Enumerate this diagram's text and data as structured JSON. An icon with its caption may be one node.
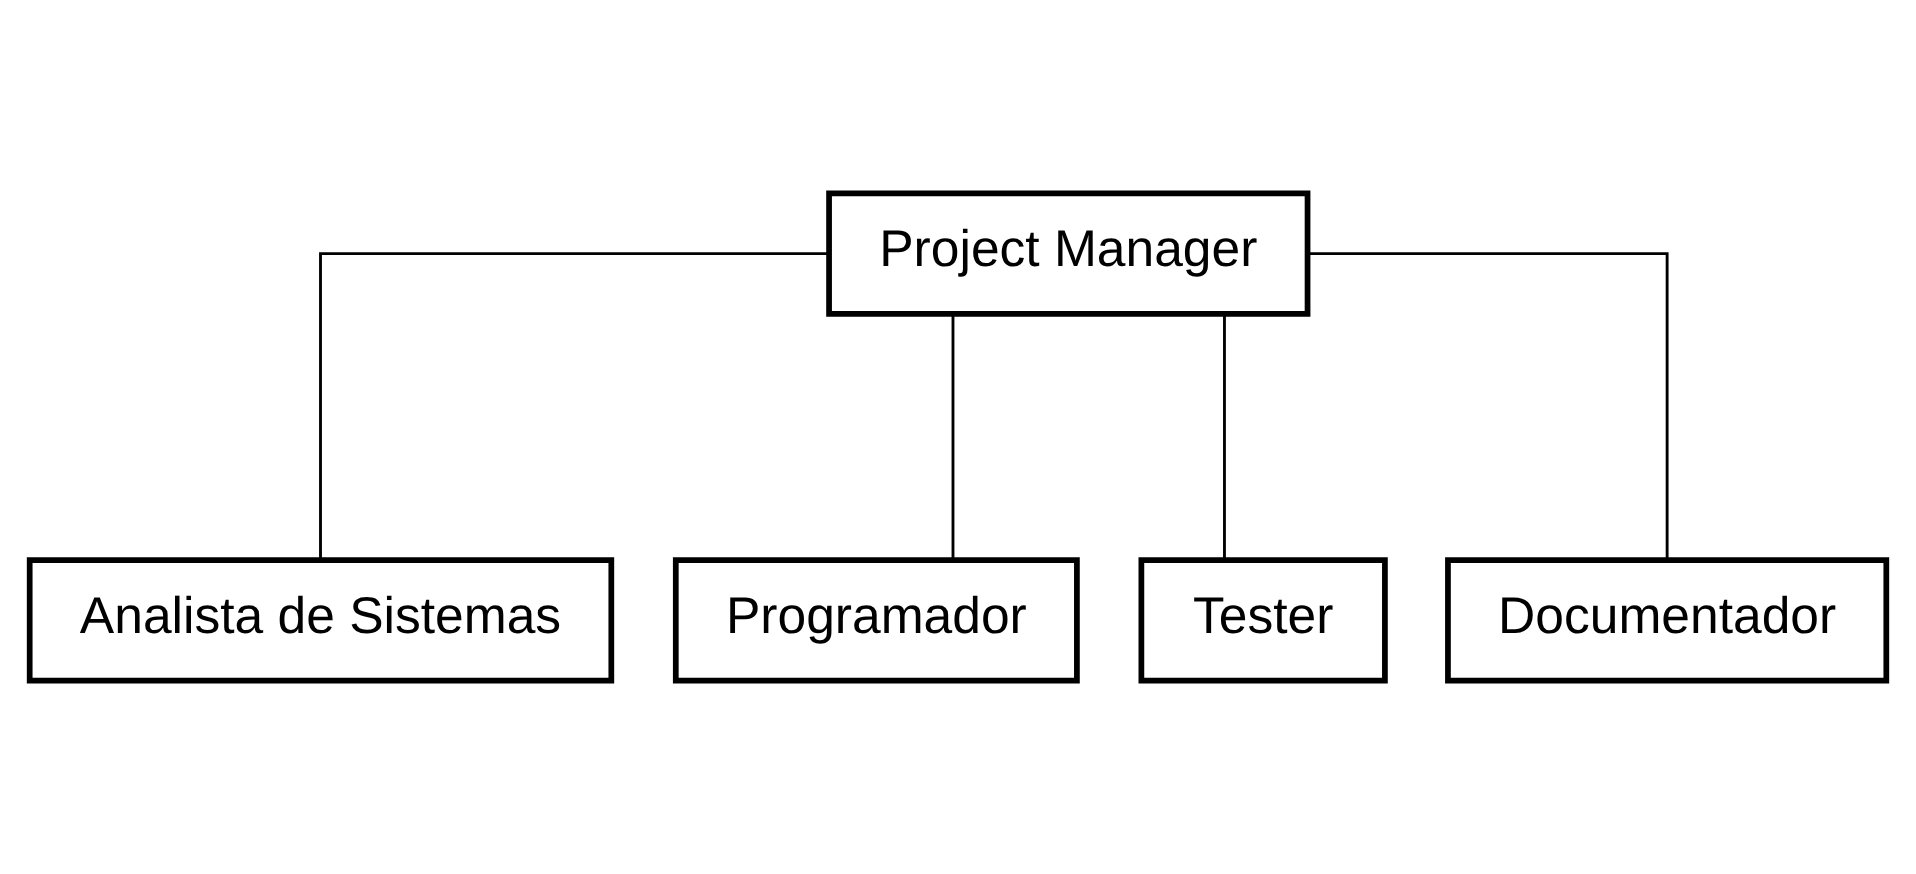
{
  "diagram": {
    "nodes": [
      {
        "text": [
          "Project Manager"
        ]
      },
      {
        "text": [
          "Analista de Sistemas"
        ]
      },
      {
        "text": [
          "Programador"
        ]
      },
      {
        "text": [
          "Tester"
        ]
      },
      {
        "text": [
          "Documentador"
        ]
      }
    ],
    "edges": [
      {
        "from": 0,
        "to": 1,
        "arrow": "none"
      },
      {
        "from": 0,
        "to": 2,
        "arrow": "none"
      },
      {
        "from": 0,
        "to": 3,
        "arrow": "none"
      },
      {
        "from": 0,
        "to": 4,
        "arrow": "none"
      }
    ]
  }
}
